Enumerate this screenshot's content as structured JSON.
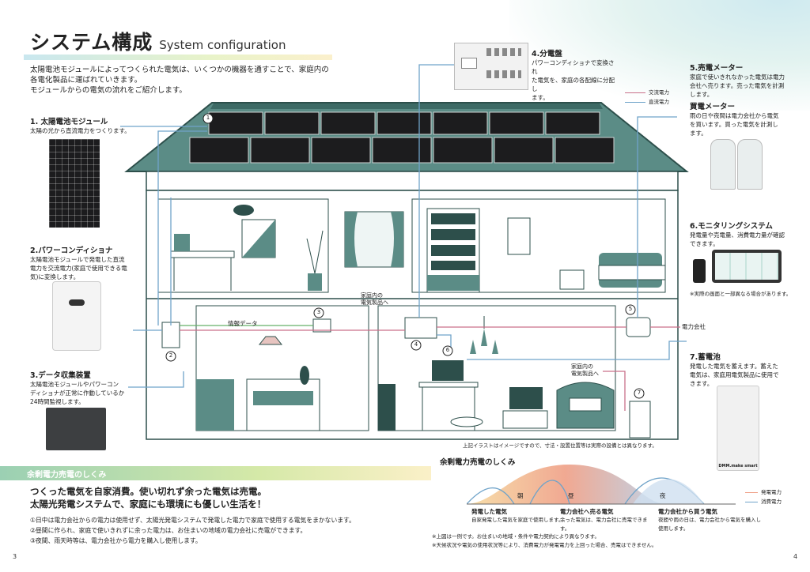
{
  "page": {
    "title_ja": "システム構成",
    "title_en": "System configuration",
    "intro": [
      "太陽電池モジュールによってつくられた電気は、いくつかの機器を通すことで、家庭内の",
      "各電化製品に運ばれていきます。",
      "モジュールからの電気の流れをご紹介します。"
    ]
  },
  "components": {
    "c1": {
      "title": "1. 太陽電池モジュール",
      "text": [
        "太陽の光から直流電力をつくります。"
      ]
    },
    "c2": {
      "title": "2.パワーコンディショナ",
      "text": [
        "太陽電池モジュールで発電した直流",
        "電力を交流電力(家庭で使用できる電",
        "気)に変換します。"
      ]
    },
    "c3": {
      "title": "3.データ収集装置",
      "text": [
        "太陽電池モジュールやパワーコン",
        "ディショナが正常に作動しているか",
        "24時間監視します。"
      ]
    },
    "c4": {
      "title": "4.分電盤",
      "text": [
        "パワーコンディショナで変換され",
        "た電気を、家庭の各配線に分配し",
        "ます。"
      ]
    },
    "c5": {
      "title": "5.売電メーター",
      "text": [
        "家庭で使いきれなかった電気は電力",
        "会社へ売ります。売った電気を計測",
        "します。"
      ]
    },
    "c5b": {
      "title": "買電メーター",
      "text": [
        "雨の日や夜間は電力会社から電気",
        "を買います。買った電気を計測し",
        "ます。"
      ]
    },
    "c6": {
      "title": "6.モニタリングシステム",
      "text": [
        "発電量や売電量、消費電力量が確認",
        "できます。"
      ],
      "note": "※実際の画面と一部異なる場合があります。"
    },
    "c7": {
      "title": "7.蓄電池",
      "text": [
        "発電した電気を蓄えます。蓄えた",
        "電気は、家庭用電気製品に使用で",
        "きます。"
      ],
      "brand": "DMM.make smart"
    }
  },
  "legend": {
    "ac": "交流電力",
    "dc": "直流電力"
  },
  "house_labels": {
    "info": "情報データ",
    "appliances1": "家庭内の\n電気製品へ",
    "appliances2": "家庭内の\n電気製品へ",
    "utility": "電力会社",
    "n1": "1",
    "n2": "2",
    "n3": "3",
    "n4": "4",
    "n5": "5",
    "n6": "6",
    "n7": "7"
  },
  "disclaimer": "上記イラストはイメージですので、寸法・設置位置等は実際の設備とは異なります。",
  "surplus": {
    "band": "余剰電力売電のしくみ",
    "slogan": [
      "つくった電気を自家消費。使い切れず余った電気は売電。",
      "太陽光発電システムで、家庭にも環境にも優しい生活を！"
    ],
    "points": [
      "①日中は電力会社からの電力は使用せず、太陽光発電システムで発電した電力で家庭で使用する電気をまかないます。",
      "②昼間に作られ、家庭で使いきれずに余った電力は、お住まいの地域の電力会社に売電ができます。",
      "③夜間、雨天時等は、電力会社から電力を購入し使用します。"
    ]
  },
  "chart_data": {
    "type": "area",
    "title": "余剰電力売電のしくみ",
    "xlabel": "",
    "ylabel": "",
    "categories": [
      "朝",
      "昼",
      "夜"
    ],
    "series": [
      {
        "name": "発電電力"
      },
      {
        "name": "消費電力"
      }
    ],
    "annotations": [
      {
        "title": "発電した電気",
        "text": "自家発電した電気を家庭で使用します。"
      },
      {
        "title": "電力会社へ売る電気",
        "text": "余った電気は、電力会社に売電できます。"
      },
      {
        "title": "電力会社から買う電気",
        "text": "夜間や雨の日は、電力会社から電気を購入し使用します。"
      }
    ],
    "notes": [
      "※上図は一例です。お住まいの地域・条件や電力契約により異なります。",
      "※天候状況や電気の使用状況等により、消費電力が発電電力を上回った場合、売電はできません。"
    ]
  },
  "page_numbers": {
    "left": "3",
    "right": "4"
  }
}
